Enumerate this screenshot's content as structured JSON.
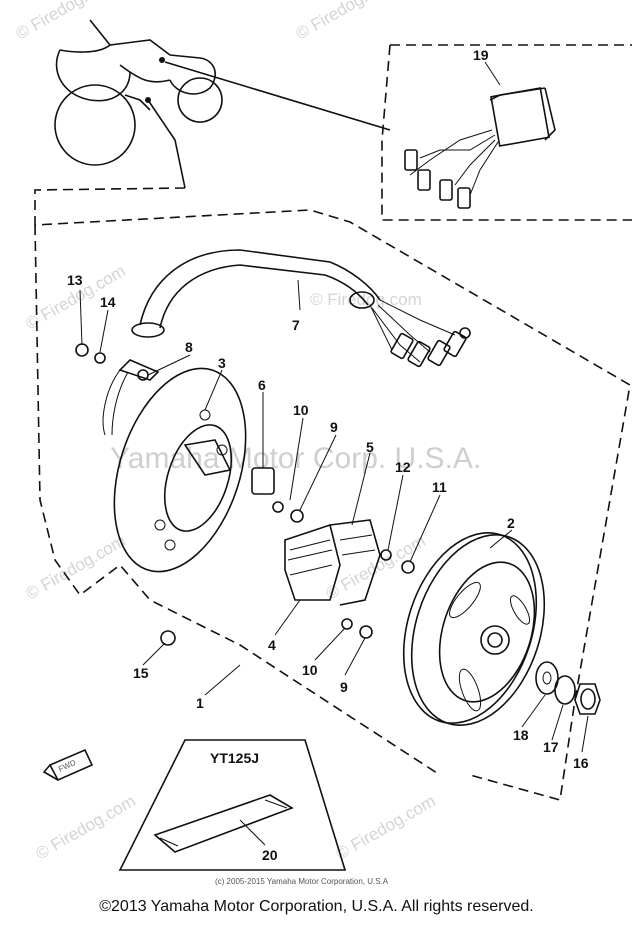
{
  "diagram": {
    "model_label": "YT125J",
    "fwd_label": "FWD",
    "watermark_small": "© Firedog.com",
    "watermark_center": "Yamaha Motor Corp. U.S.A.",
    "fine_print": "(c) 2005-2015 Yamaha Motor Corporation, U.S.A",
    "copyright": "©2013 Yamaha Motor Corporation, U.S.A. All rights reserved.",
    "callouts": [
      "1",
      "2",
      "3",
      "4",
      "5",
      "6",
      "7",
      "8",
      "9",
      "9",
      "10",
      "10",
      "11",
      "12",
      "13",
      "14",
      "15",
      "16",
      "17",
      "18",
      "19",
      "20"
    ]
  }
}
